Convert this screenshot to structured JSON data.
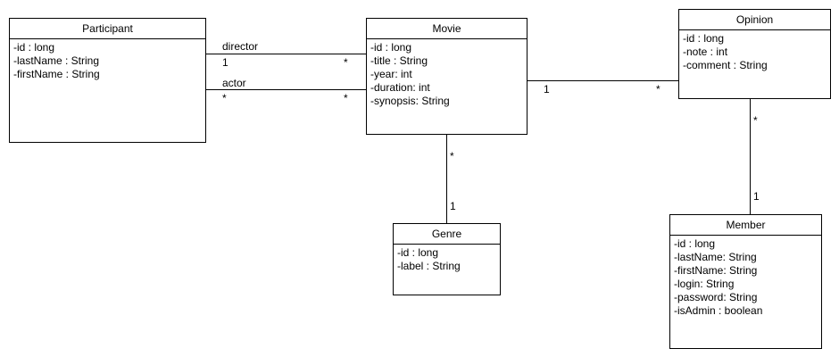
{
  "classes": {
    "participant": {
      "name": "Participant",
      "attributes": [
        "-id : long",
        "-lastName : String",
        "-firstName : String"
      ]
    },
    "movie": {
      "name": "Movie",
      "attributes": [
        "-id : long",
        "-title : String",
        "-year: int",
        "-duration: int",
        "-synopsis: String"
      ]
    },
    "opinion": {
      "name": "Opinion",
      "attributes": [
        "-id : long",
        "-note : int",
        "-comment : String"
      ]
    },
    "genre": {
      "name": "Genre",
      "attributes": [
        "-id : long",
        "-label : String"
      ]
    },
    "member": {
      "name": "Member",
      "attributes": [
        "-id : long",
        "-lastName: String",
        "-firstName: String",
        "-login: String",
        "-password: String",
        "-isAdmin : boolean"
      ]
    }
  },
  "associations": {
    "director": {
      "role": "director",
      "source_mult": "1",
      "target_mult": "*"
    },
    "actor": {
      "role": "actor",
      "source_mult": "*",
      "target_mult": "*"
    },
    "movie_opinion": {
      "source_mult": "1",
      "target_mult": "*"
    },
    "movie_genre": {
      "source_mult": "*",
      "target_mult": "1"
    },
    "opinion_member": {
      "source_mult": "*",
      "target_mult": "1"
    }
  }
}
